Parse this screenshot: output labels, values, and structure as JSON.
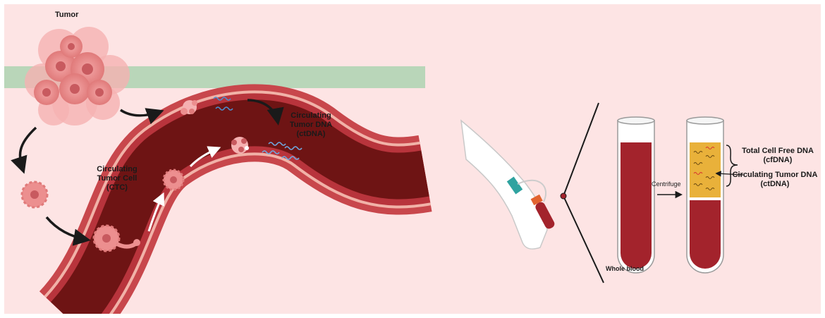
{
  "labels": {
    "tumor": "Tumor",
    "ctc": "Circulating\nTumor Cell\n(CTC)",
    "ctdna_vessel": "Circulating\nTumor DNA\n(ctDNA)",
    "whole_blood": "Whole blood",
    "centrifuge": "Centrifuge",
    "cfdna": "Total Cell Free DNA\n(cfDNA)",
    "ctdna_tube": "Circulating Tumor DNA\n(ctDNA)"
  },
  "colors": {
    "background": "#fde4e4",
    "tissue_band": "#b9d6b9",
    "vessel_wall": "#c8474c",
    "vessel_lumen": "#6e1414",
    "tumor_cell": "#ec8f8f",
    "dna_strand": "#4a8fd0",
    "blood": "#a3232c",
    "plasma": "#e9b13a"
  }
}
